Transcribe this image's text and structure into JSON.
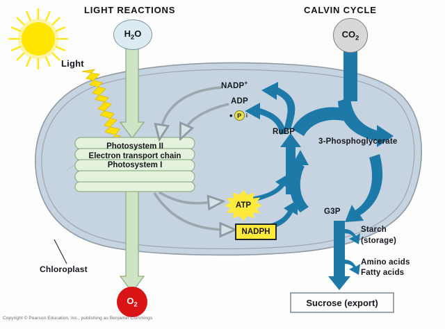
{
  "figure": {
    "title_left": "LIGHT REACTIONS",
    "title_right": "CALVIN CYCLE",
    "copyright": "Copyright © Pearson Education, Inc., publishing as Benjamin Cummings"
  },
  "colors": {
    "sun": "#FFE500",
    "light_bolt": "#FFE000",
    "chloroplast_fill": "#C6D3E0",
    "chloroplast_stroke": "#8f9aa3",
    "thylakoid_fill": "#E4F2DE",
    "thylakoid_stroke": "#8fae86",
    "green_arrow": "#CFE4C4",
    "green_arrow_stroke": "#8fae86",
    "gray_arrow": "#9aa7ad",
    "blue_arrow": "#1C79A8",
    "o2_red": "#D81414",
    "co2_gray": "#D8D8D8",
    "atp_yellow": "#FFE93A",
    "nadph_yellow": "#FFE93A",
    "text_dark": "#14181C"
  },
  "inputs": {
    "water": {
      "label": "H2O",
      "html": "H<sub>2</sub>O"
    },
    "carbon_dioxide": {
      "label": "CO2",
      "html": "CO<sub>2</sub>"
    },
    "light": "Light"
  },
  "outputs": {
    "oxygen": {
      "label": "O2",
      "html": "O<sub>2</sub>"
    }
  },
  "organelle": {
    "label": "Chloroplast"
  },
  "thylakoid": {
    "lines": [
      "Photosystem II",
      "Electron transport chain",
      "Photosystem I"
    ]
  },
  "energy_carriers": {
    "nadp_plus": {
      "html": "NADP<sup>+</sup>",
      "label": "NADP+"
    },
    "adp": {
      "label": "ADP"
    },
    "phosphate": {
      "html": "+ <span class=\"pcirc\">P</span><sub>i</sub>",
      "label": "+ Pi"
    },
    "atp": {
      "label": "ATP"
    },
    "nadph": {
      "label": "NADPH"
    }
  },
  "calvin_cycle": {
    "nodes": [
      {
        "id": "rubp",
        "label": "RuBP"
      },
      {
        "id": "pga",
        "label": "3-Phosphoglycerate"
      },
      {
        "id": "g3p",
        "label": "G3P"
      }
    ]
  },
  "products": {
    "starch": {
      "line1": "Starch",
      "line2": "(storage)"
    },
    "organics": {
      "line1": "Amino acids",
      "line2": "Fatty acids"
    },
    "sucrose": {
      "label": "Sucrose (export)"
    }
  }
}
